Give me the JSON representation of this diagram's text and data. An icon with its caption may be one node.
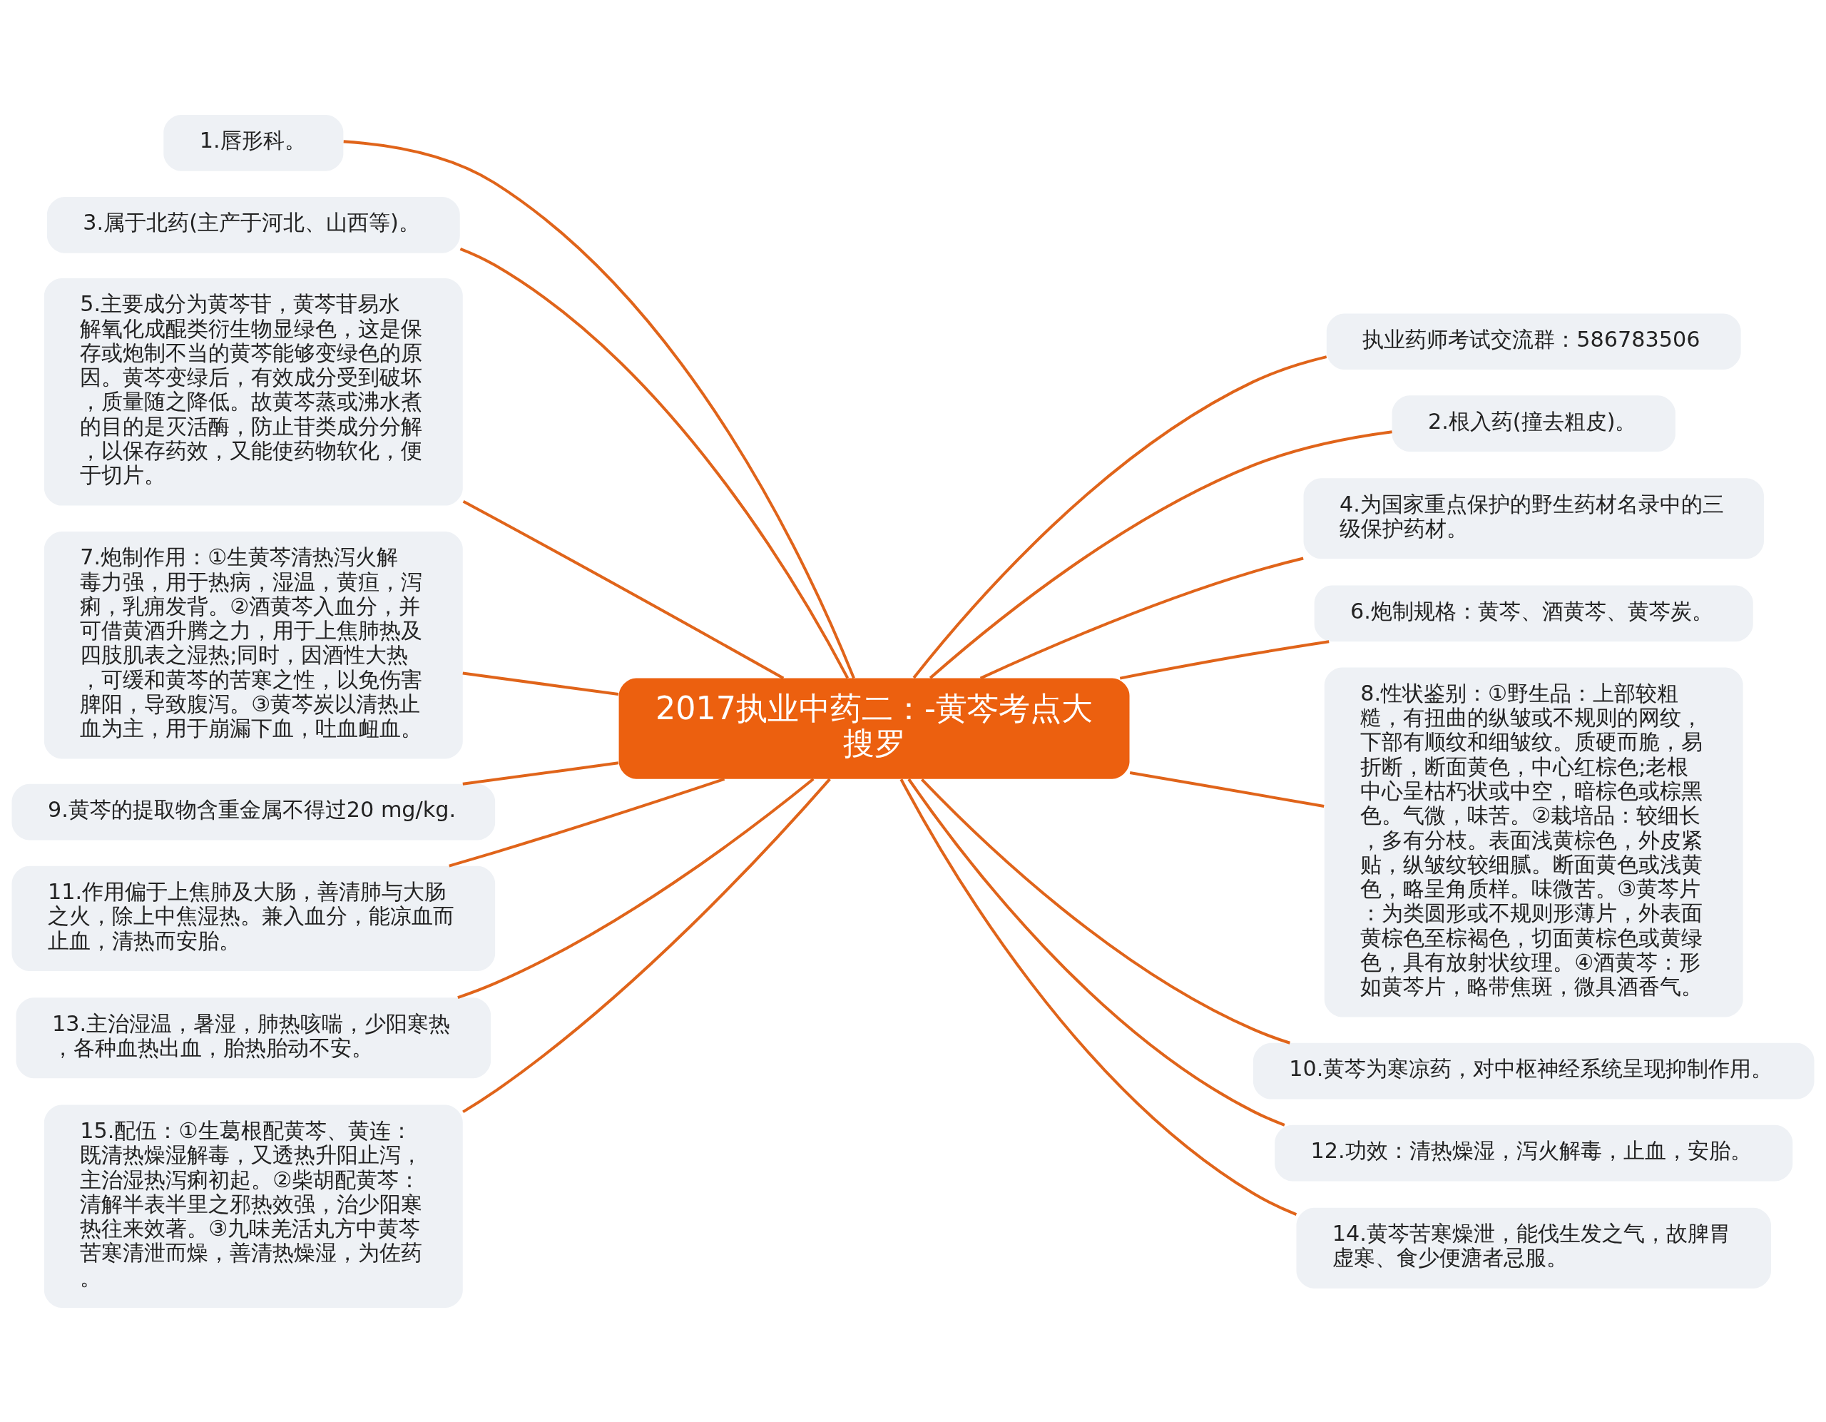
{
  "diagram": {
    "nodes": [
      {
        "text": [
          "2017执业中药二：-黄芩考点大搜罗"
        ]
      },
      {
        "text": [
          "1.唇形科。"
        ]
      },
      {
        "text": [
          "3.属于北药(主产于河北、山西等)。"
        ]
      },
      {
        "text": [
          "5.主要成分为黄芩苷，黄芩苷易水解氧化成醌类衍生物显绿色，这是保存或炮制不当的黄芩能够变绿色的原因。黄芩变绿后，有效成分受到破坏，质量随之降低。故黄芩蒸或沸水煮的目的是灭活酶，防止苷类成分分解，以保存药效，又能使药物软化，便于切片。"
        ]
      },
      {
        "text": [
          "7.炮制作用：①生黄芩清热泻火解毒力强，用于热病，湿温，黄疸，泻痢，乳痈发背。②酒黄芩入血分，并可借黄酒升腾之力，用于上焦肺热及四肢肌表之湿热;同时，因酒性大热，可缓和黄芩的苦寒之性，以免伤害脾阳，导致腹泻。③黄芩炭以清热止血为主，用于崩漏下血，吐血衄血。"
        ]
      },
      {
        "text": [
          "9.黄芩的提取物含重金属不得过20 mg/kg."
        ]
      },
      {
        "text": [
          "11.作用偏于上焦肺及大肠，善清肺与大肠之火，除上中焦湿热。兼入血分，能凉血而止血，清热而安胎。"
        ]
      },
      {
        "text": [
          "13.主治湿温，暑湿，肺热咳喘，少阳寒热，各种血热出血，胎热胎动不安。"
        ]
      },
      {
        "text": [
          "15.配伍：①生葛根配黄芩、黄连：既清热燥湿解毒，又透热升阳止泻，主治湿热泻痢初起。②柴胡配黄芩：清解半表半里之邪热效强，治少阳寒热往来效著。③九味羌活丸方中黄芩苦寒清泄而燥，善清热燥湿，为佐药。"
        ]
      },
      {
        "text": [
          "执业药师考试交流群：586783506"
        ]
      },
      {
        "text": [
          "2.根入药(撞去粗皮)。"
        ]
      },
      {
        "text": [
          "4.为国家重点保护的野生药材名录中的三级保护药材。"
        ]
      },
      {
        "text": [
          "6.炮制规格：黄芩、酒黄芩、黄芩炭。"
        ]
      },
      {
        "text": [
          "8.性状鉴别：①野生品：上部较粗糙，有扭曲的纵皱或不规则的网纹，下部有顺纹和细皱纹。质硬而脆，易折断，断面黄色，中心红棕色;老根中心呈枯朽状或中空，暗棕色或棕黑色。气微，味苦。②栽培品：较细长，多有分枝。表面浅黄棕色，外皮紧贴，纵皱纹较细腻。断面黄色或浅黄色，略呈角质样。味微苦。③黄芩片：为类圆形或不规则形薄片，外表面黄棕色至棕褐色，切面黄棕色或黄绿色，具有放射状纹理。④酒黄芩：形如黄芩片，略带焦斑，微具酒香气。"
        ]
      },
      {
        "text": [
          "10.黄芩为寒凉药，对中枢神经系统呈现抑制作用。"
        ]
      },
      {
        "text": [
          "12.功效：清热燥湿，泻火解毒，止血，安胎。"
        ]
      },
      {
        "text": [
          "14.黄芩苦寒燥泄，能伐生发之气，故脾胃虚寒、食少便溏者忌服。"
        ]
      }
    ],
    "edges": [
      {
        "from": 0,
        "to": 1,
        "arrow": "none"
      },
      {
        "from": 0,
        "to": 2,
        "arrow": "none"
      },
      {
        "from": 0,
        "to": 3,
        "arrow": "none"
      },
      {
        "from": 0,
        "to": 4,
        "arrow": "none"
      },
      {
        "from": 0,
        "to": 5,
        "arrow": "none"
      },
      {
        "from": 0,
        "to": 6,
        "arrow": "none"
      },
      {
        "from": 0,
        "to": 7,
        "arrow": "none"
      },
      {
        "from": 0,
        "to": 8,
        "arrow": "none"
      },
      {
        "from": 0,
        "to": 9,
        "arrow": "none"
      },
      {
        "from": 0,
        "to": 10,
        "arrow": "none"
      },
      {
        "from": 0,
        "to": 11,
        "arrow": "none"
      },
      {
        "from": 0,
        "to": 12,
        "arrow": "none"
      },
      {
        "from": 0,
        "to": 13,
        "arrow": "none"
      },
      {
        "from": 0,
        "to": 14,
        "arrow": "none"
      },
      {
        "from": 0,
        "to": 15,
        "arrow": "none"
      },
      {
        "from": 0,
        "to": 16,
        "arrow": "none"
      }
    ]
  }
}
